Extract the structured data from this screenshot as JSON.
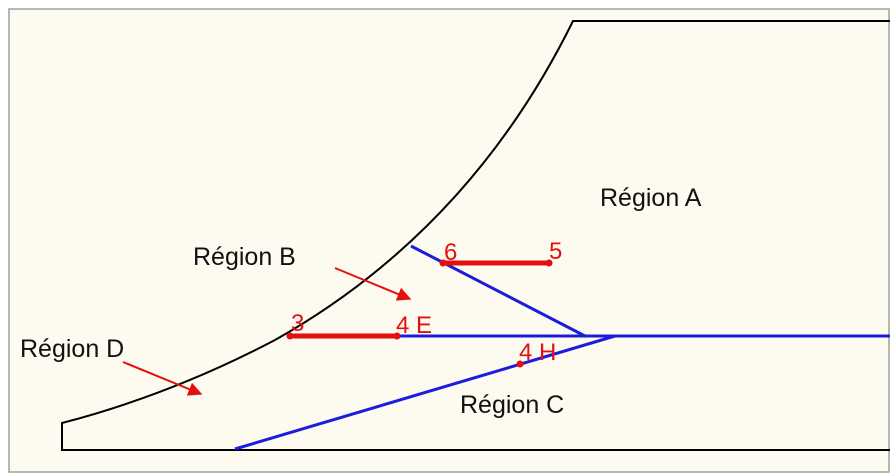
{
  "colors": {
    "background": "#fdfaf0",
    "frame": "#a0a0a0",
    "outline": "#000000",
    "boundary": "#1c1cdc",
    "highlight": "#e41010",
    "region_text": "#111111"
  },
  "regions": {
    "a": "Région A",
    "b": "Région B",
    "c": "Région C",
    "d": "Région D"
  },
  "points": {
    "p3": "3",
    "p4e": "4 E",
    "p4h": "4 H",
    "p5": "5",
    "p6": "6"
  }
}
